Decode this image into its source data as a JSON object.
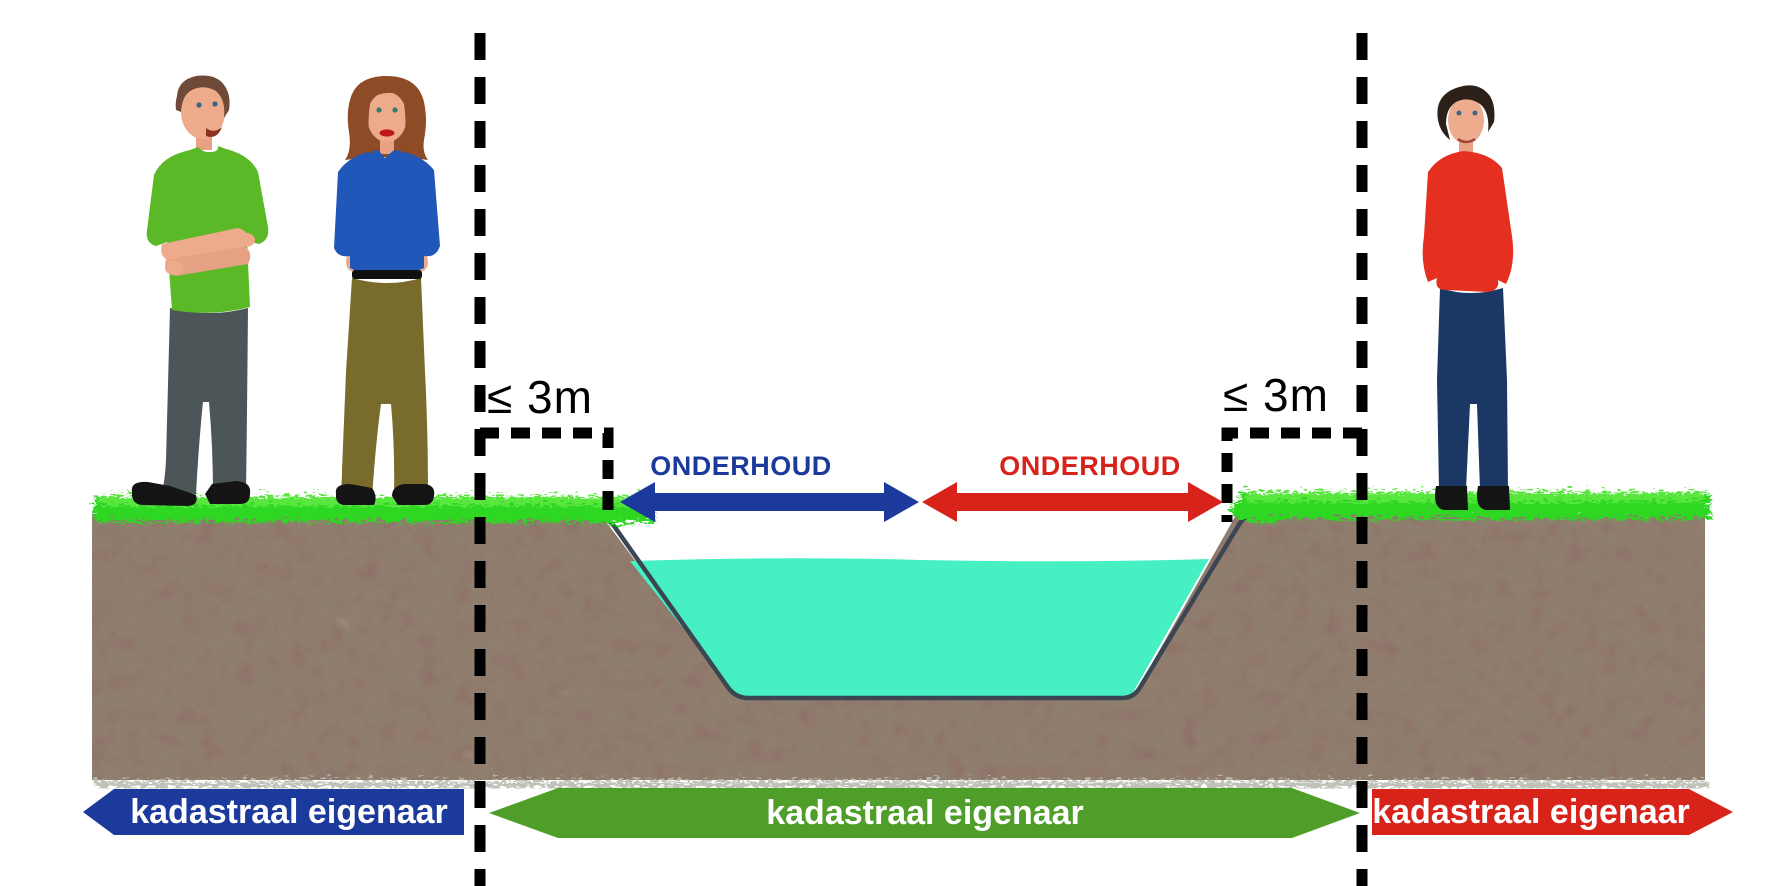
{
  "scene": {
    "description": "Cross-section diagram of a ditch with water, showing cadastral owners on both banks and maintenance zones",
    "distance_labels": {
      "left": "≤ 3m",
      "right": "≤ 3m"
    },
    "maintenance": {
      "left": {
        "label": "ONDERHOUD",
        "color": "#1c3a9c"
      },
      "right": {
        "label": "ONDERHOUD",
        "color": "#d8231b"
      }
    },
    "ownership": {
      "left": {
        "label": "kadastraal eigenaar",
        "color": "#1c3a9c"
      },
      "center": {
        "label": "kadastraal eigenaar",
        "color": "#4f9e29"
      },
      "right": {
        "label": "kadastraal eigenaar",
        "color": "#d8231b"
      }
    },
    "colors": {
      "water": "#46f0c3",
      "soil": "#8e6d67",
      "grass": "#2ed824",
      "ditch_outline": "#3a4652",
      "boundary_line": "#000000"
    },
    "people": {
      "left_bank": [
        "man in green shirt with crossed arms",
        "woman in blue shirt with hands in pockets"
      ],
      "right_bank": [
        "man in red shirt with hands behind back"
      ]
    }
  }
}
